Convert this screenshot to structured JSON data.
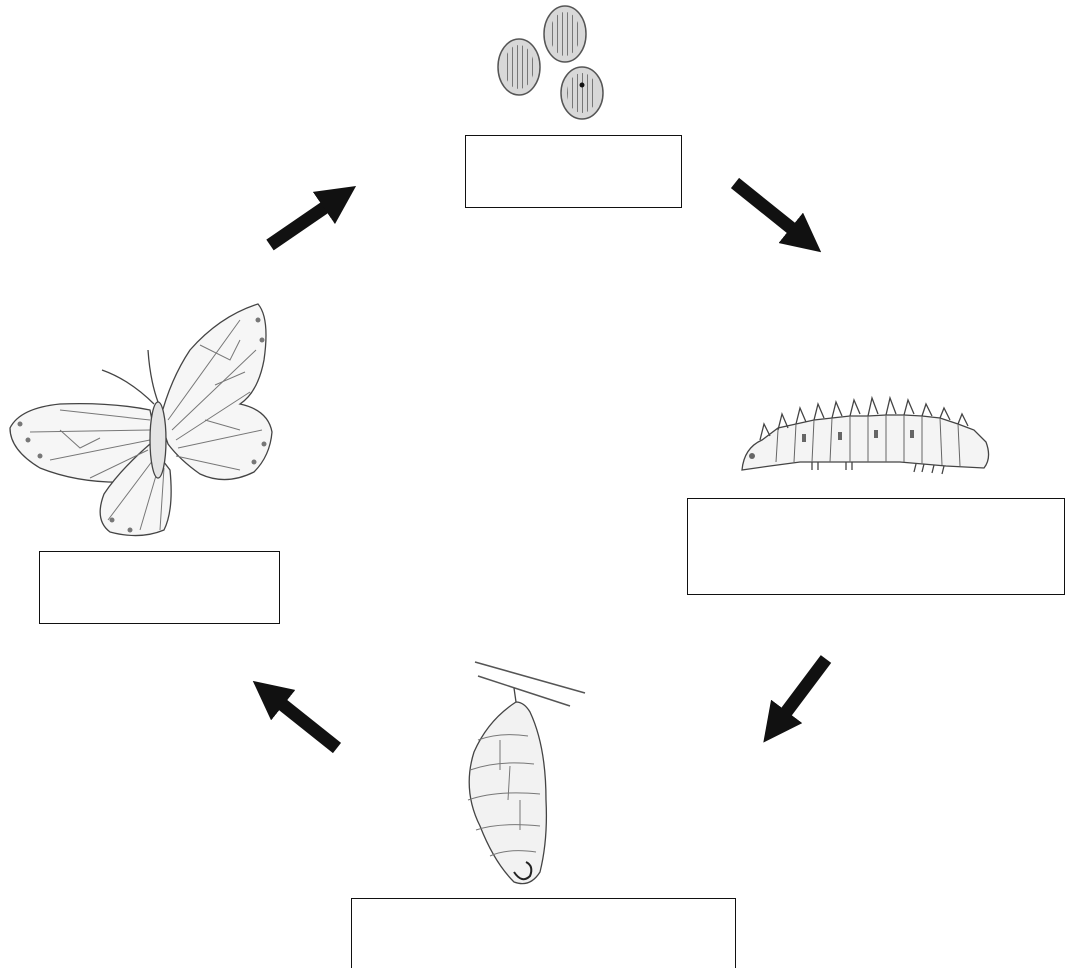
{
  "diagram": {
    "stages": [
      {
        "id": "egg",
        "label": ""
      },
      {
        "id": "larva",
        "label": ""
      },
      {
        "id": "pupa",
        "label": ""
      },
      {
        "id": "adult",
        "label": ""
      }
    ],
    "colors": {
      "arrow": "#111111",
      "outline": "#333333",
      "background": "#ffffff"
    },
    "icons": [
      "eggs-illustration",
      "caterpillar-illustration",
      "chrysalis-illustration",
      "butterfly-illustration",
      "arrow-icon"
    ]
  }
}
